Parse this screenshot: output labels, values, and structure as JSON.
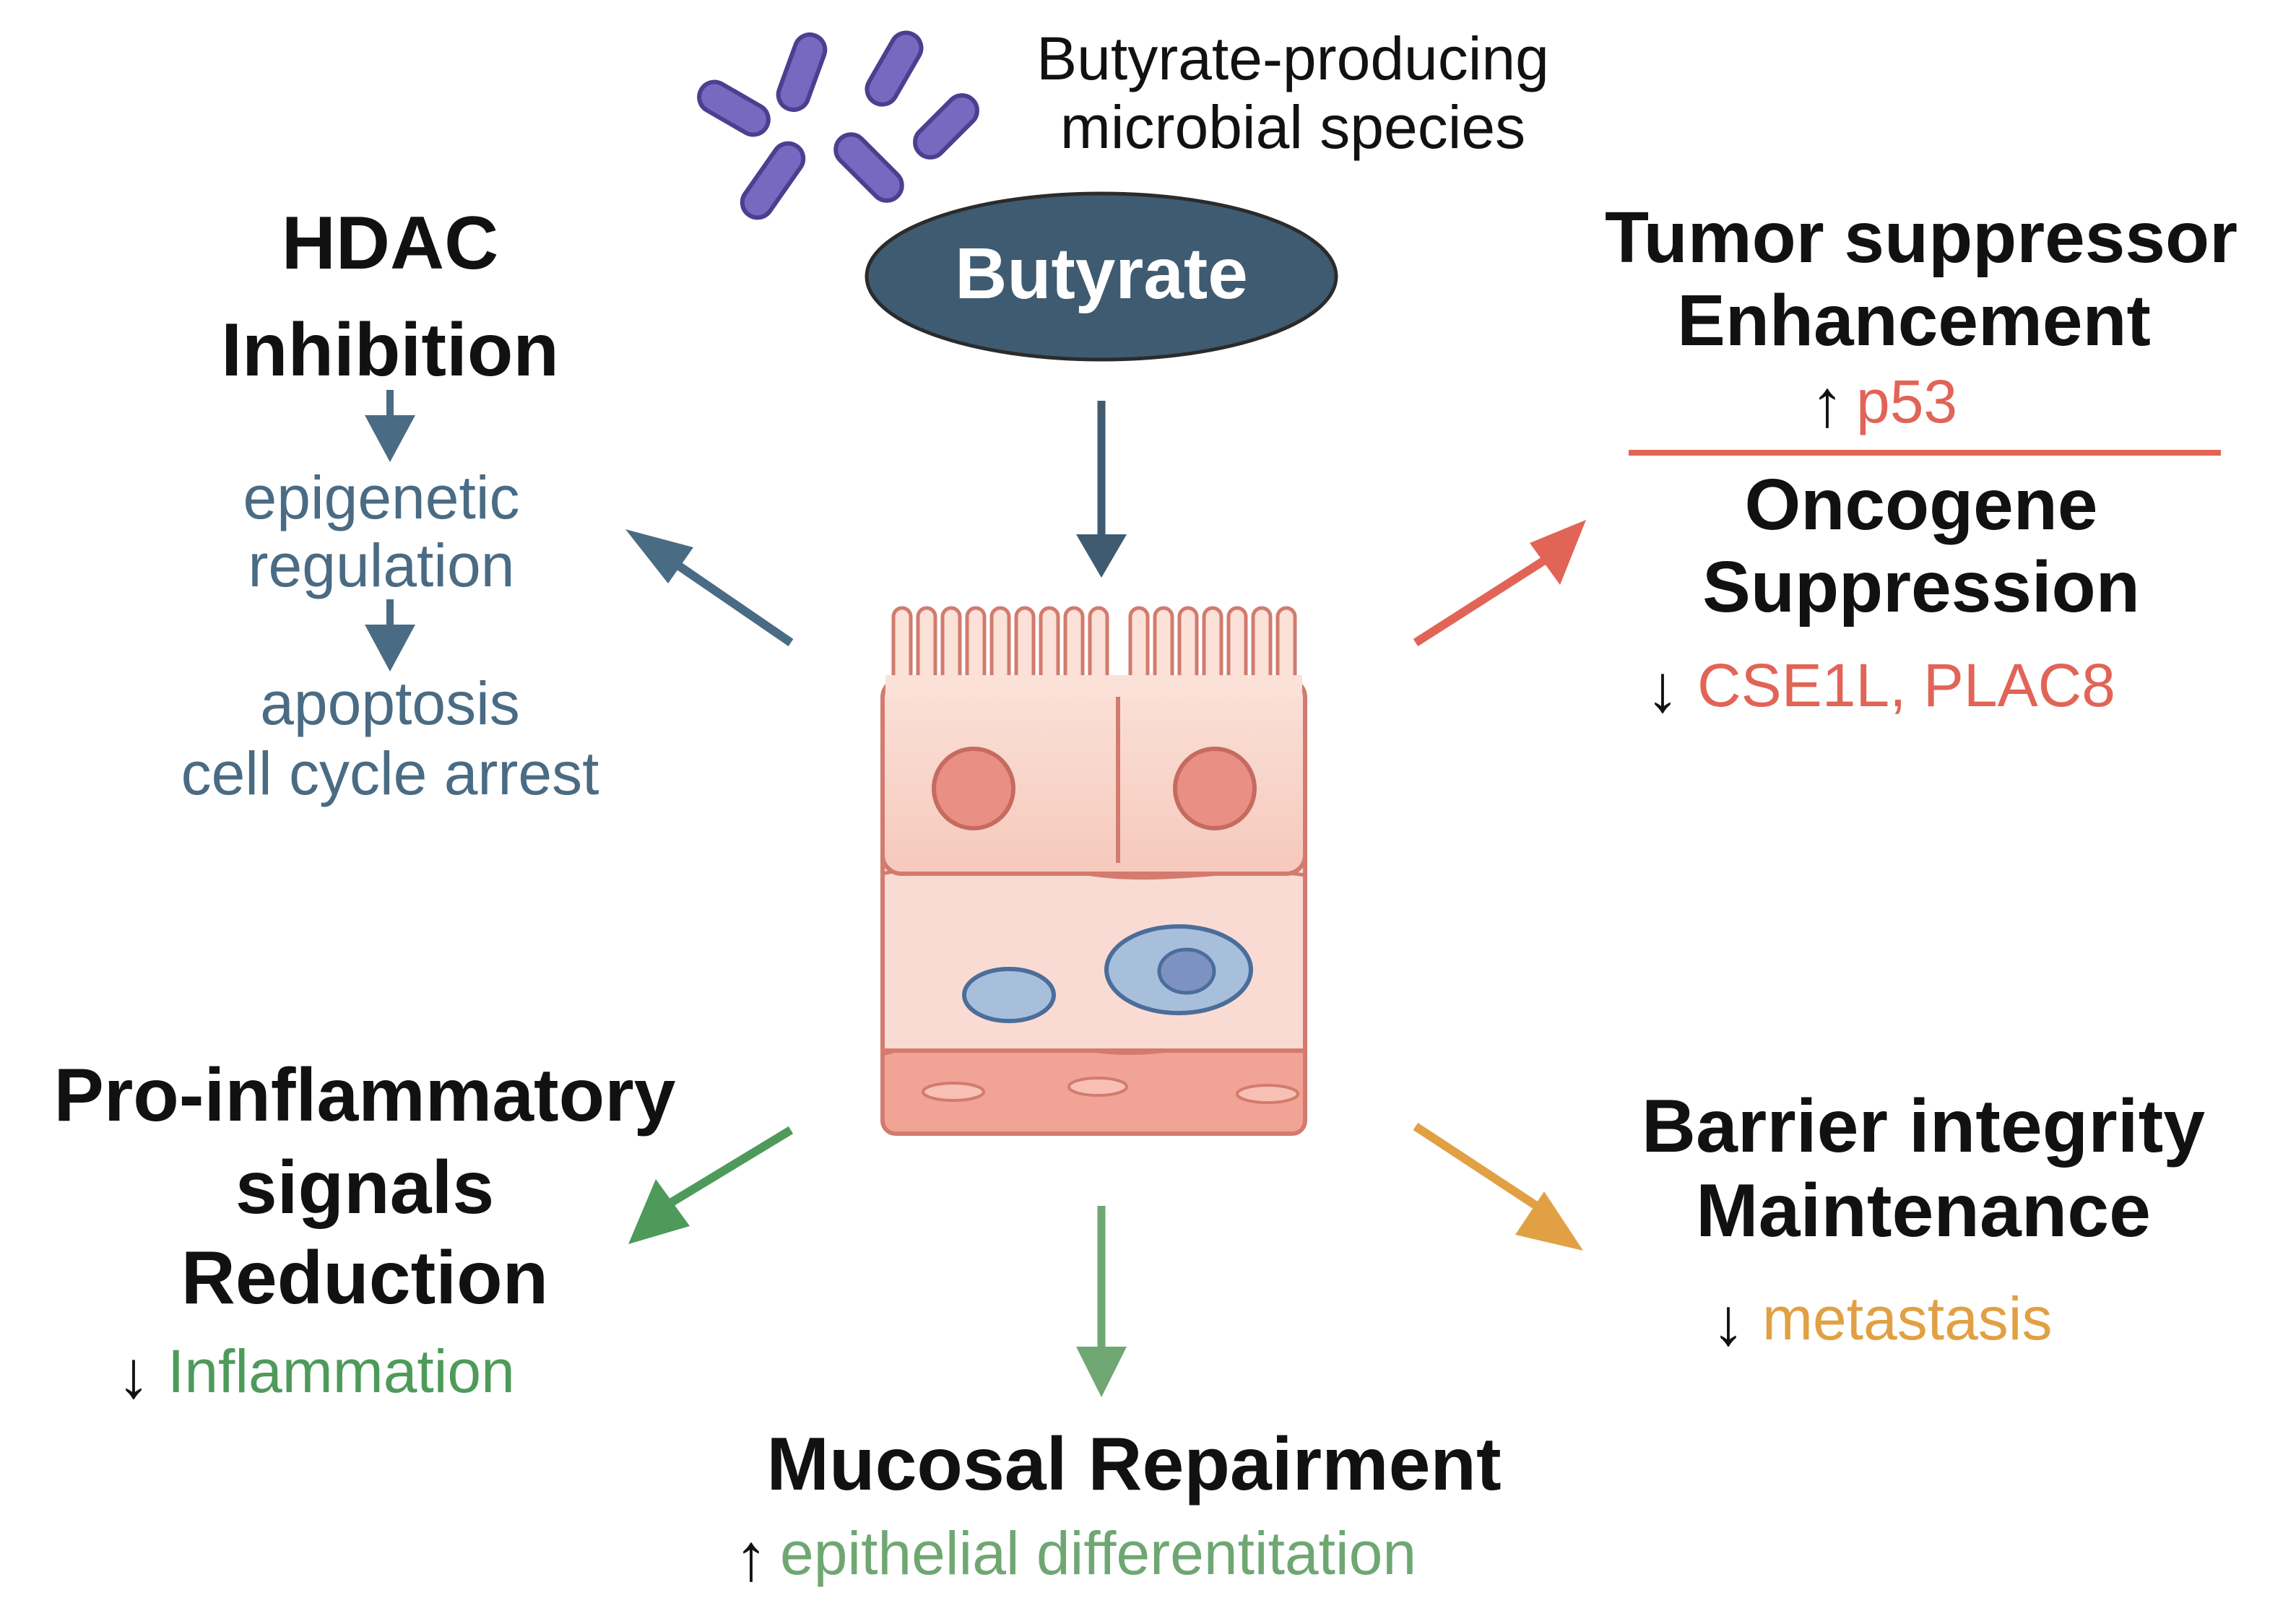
{
  "colors": {
    "hdac": "#4a6b84",
    "butyrate_fill": "#3e5b71",
    "tumor": "#e16456",
    "inflam": "#4e9a5a",
    "mucosal": "#6fa772",
    "barrier": "#e1a043",
    "black": "#111111",
    "bacteria": "#7769c0"
  },
  "microbes": {
    "label_line1": "Butyrate-producing",
    "label_line2": "microbial species",
    "icon": "rod-bacteria-icon"
  },
  "butyrate": {
    "label": "Butyrate"
  },
  "cell_icon": "epithelial-cell-icon",
  "hdac": {
    "title_line1": "HDAC",
    "title_line2": "Inhibition",
    "step1_line1": "epigenetic",
    "step1_line2": "regulation",
    "step2_line1": "apoptosis",
    "step2_line2": "cell cycle arrest"
  },
  "tumor": {
    "title_line1": "Tumor suppressor",
    "title_line2": "Enhancement",
    "up_marker": "↑",
    "up_value": "p53",
    "onco_line1": "Oncogene",
    "onco_line2": "Suppression",
    "down_marker": "↓",
    "down_value": "CSE1L, PLAC8"
  },
  "inflammatory": {
    "title_line1": "Pro-inflammatory",
    "title_line2": "signals",
    "title_line3": "Reduction",
    "down_marker": "↓",
    "value": "Inflammation"
  },
  "mucosal": {
    "title": "Mucosal Repairment",
    "up_marker": "↑",
    "value": "epithelial differentitation"
  },
  "barrier": {
    "title_line1": "Barrier integrity",
    "title_line2": "Maintenance",
    "down_marker": "↓",
    "value": "metastasis"
  }
}
